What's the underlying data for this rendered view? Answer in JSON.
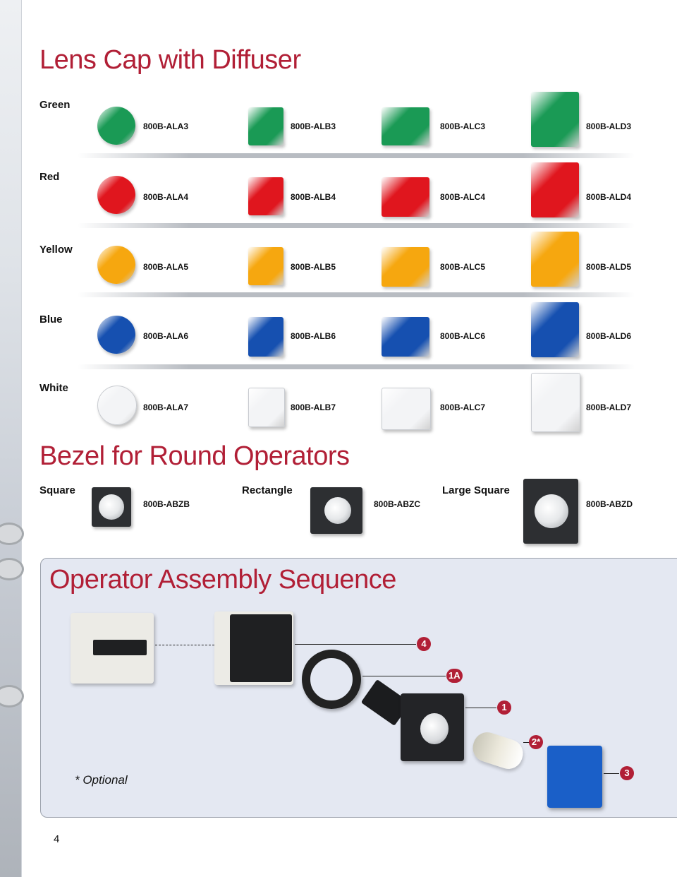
{
  "lens_section": {
    "title": "Lens Cap with Diffuser",
    "rows": [
      {
        "color": "Green",
        "fill": "#1a9a55",
        "parts": [
          "800B-ALA3",
          "800B-ALB3",
          "800B-ALC3",
          "800B-ALD3"
        ]
      },
      {
        "color": "Red",
        "fill": "#e0161e",
        "parts": [
          "800B-ALA4",
          "800B-ALB4",
          "800B-ALC4",
          "800B-ALD4"
        ]
      },
      {
        "color": "Yellow",
        "fill": "#f6a70f",
        "parts": [
          "800B-ALA5",
          "800B-ALB5",
          "800B-ALC5",
          "800B-ALD5"
        ]
      },
      {
        "color": "Blue",
        "fill": "#1650b0",
        "parts": [
          "800B-ALA6",
          "800B-ALB6",
          "800B-ALC6",
          "800B-ALD6"
        ]
      },
      {
        "color": "White",
        "fill": "#f3f4f6",
        "parts": [
          "800B-ALA7",
          "800B-ALB7",
          "800B-ALC7",
          "800B-ALD7"
        ]
      }
    ]
  },
  "bezel_section": {
    "title": "Bezel for Round Operators",
    "items": [
      {
        "label": "Square",
        "part": "800B-ABZB"
      },
      {
        "label": "Rectangle",
        "part": "800B-ABZC"
      },
      {
        "label": "Large Square",
        "part": "800B-ABZD"
      }
    ]
  },
  "assembly_section": {
    "title": "Operator Assembly Sequence",
    "callouts": [
      "4",
      "1A",
      "1",
      "2*",
      "3"
    ],
    "footnote": "* Optional"
  },
  "page_number": "4",
  "colors": {
    "accent": "#b11f36",
    "panel_bg": "#e4e8f2"
  }
}
